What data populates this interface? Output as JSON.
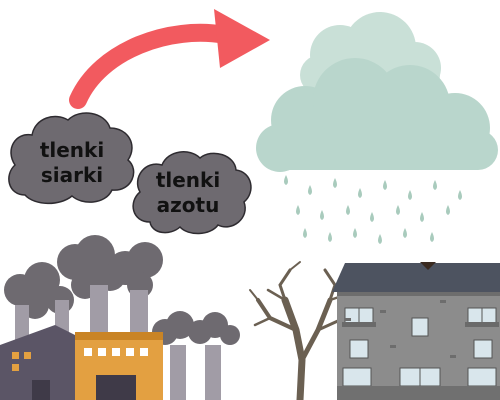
{
  "labels": {
    "sulfur_oxides": [
      "tlenki",
      "siarki"
    ],
    "nitrogen_oxides": [
      "tlenki",
      "azotu"
    ]
  },
  "colors": {
    "arrow": "#f25a5f",
    "smoke_cloud": "#6e6a70",
    "rain_cloud": "#b9d6cc",
    "raindrop": "#a9cbbd",
    "factory_orange": "#e3a041",
    "factory_purple": "#5b5566",
    "chimney": "#a19ca6",
    "building_wall": "#8c8c8c",
    "roof": "#4d5360",
    "tree": "#6b6052"
  },
  "icons": [
    "curved-arrow-icon",
    "rain-cloud-icon",
    "factory-icon",
    "damaged-building-icon",
    "dead-tree-icon"
  ]
}
